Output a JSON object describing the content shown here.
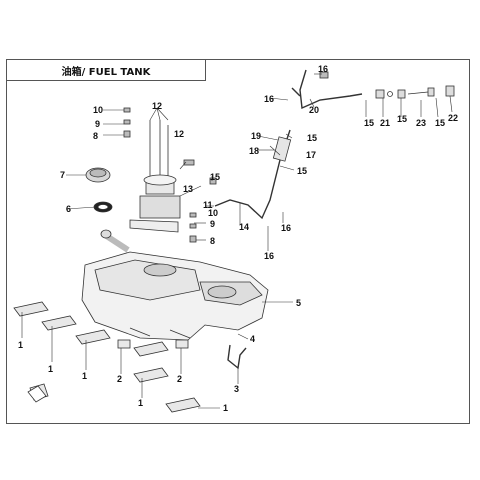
{
  "title": "油箱/ FUEL TANK",
  "callouts": {
    "c1a": "1",
    "c1b": "1",
    "c1c": "1",
    "c1d": "1",
    "c1e": "1",
    "c2a": "2",
    "c2b": "2",
    "c3": "3",
    "c4": "4",
    "c5": "5",
    "c6": "6",
    "c7": "7",
    "c8a": "8",
    "c8b": "8",
    "c9a": "9",
    "c9b": "9",
    "c10a": "10",
    "c10b": "10",
    "c11": "11",
    "c12a": "12",
    "c12b": "12",
    "c13": "13",
    "c14": "14",
    "c15a": "15",
    "c15b": "15",
    "c15c": "15",
    "c15d": "15",
    "c15e": "15",
    "c15f": "15",
    "c16a": "16",
    "c16b": "16",
    "c16c": "16",
    "c16d": "16",
    "c17": "17",
    "c18": "18",
    "c19": "19",
    "c20": "20",
    "c21": "21",
    "c22": "22",
    "c23": "23"
  }
}
